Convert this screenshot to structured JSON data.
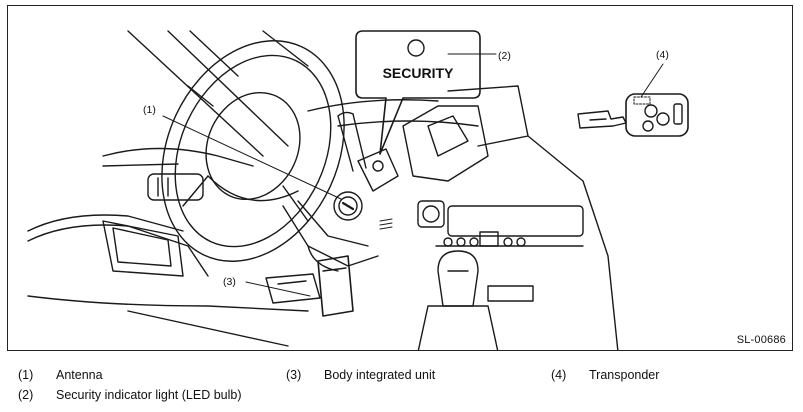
{
  "figure": {
    "code": "SL-00686",
    "security_label": "SECURITY",
    "callouts": [
      "(1)",
      "(2)",
      "(3)",
      "(4)"
    ]
  },
  "legend": [
    {
      "num": "(1)",
      "text": "Antenna"
    },
    {
      "num": "(2)",
      "text": "Security indicator light (LED bulb)"
    },
    {
      "num": "(3)",
      "text": "Body integrated unit"
    },
    {
      "num": "(4)",
      "text": "Transponder"
    }
  ]
}
